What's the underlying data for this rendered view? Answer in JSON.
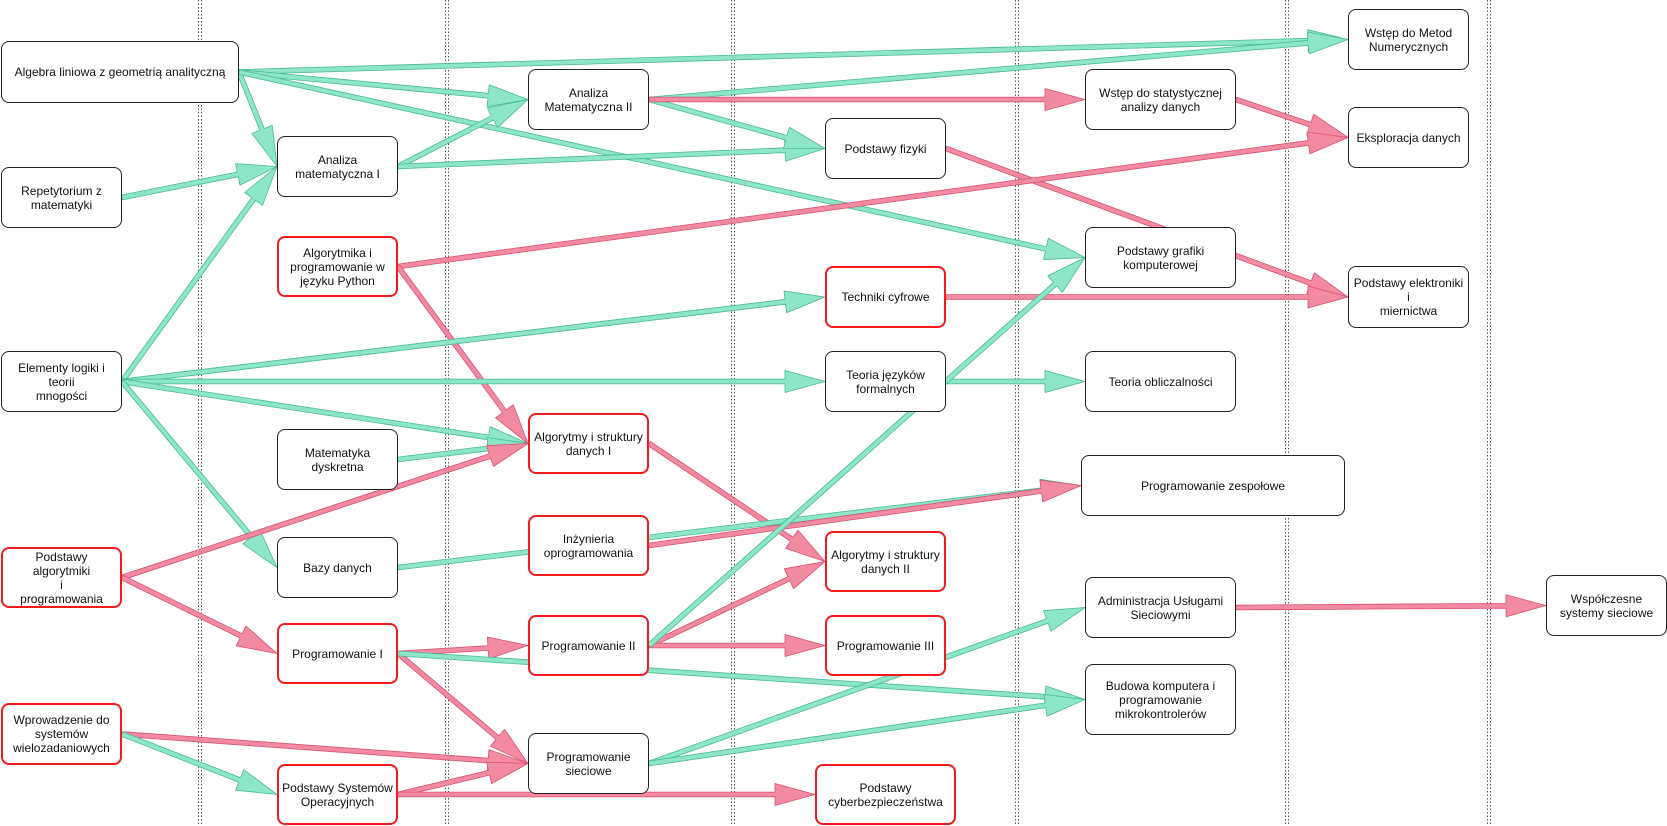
{
  "colors": {
    "green": "#8de6c8",
    "green_stroke": "#49b997",
    "red": "#f28ba1",
    "red_stroke": "#d9506f",
    "red_border": "#f21a1a"
  },
  "nodes": [
    {
      "id": "alg_lin",
      "label": "Algebra liniowa z geometrią analityczną",
      "red": false
    },
    {
      "id": "repet",
      "label": "Repetytorium z\nmatematyki",
      "red": false
    },
    {
      "id": "el_logiki",
      "label": "Elementy logiki i teorii\nmnogości",
      "red": false
    },
    {
      "id": "pods_alg",
      "label": "Podstawy algorytmiki\ni\nprogramowania",
      "red": true
    },
    {
      "id": "wprow",
      "label": "Wprowadzenie do\nsystemów\nwielozadaniowych",
      "red": true
    },
    {
      "id": "am1",
      "label": "Analiza\nmatematyczna I",
      "red": false
    },
    {
      "id": "alg_py",
      "label": "Algorytmika i\nprogramowanie w\njęzyku Python",
      "red": true
    },
    {
      "id": "mat_dysk",
      "label": "Matematyka\ndyskretna",
      "red": false
    },
    {
      "id": "bazy",
      "label": "Bazy danych",
      "red": false
    },
    {
      "id": "prog1",
      "label": "Programowanie I",
      "red": true
    },
    {
      "id": "pso",
      "label": "Podstawy Systemów\nOperacyjnych",
      "red": true
    },
    {
      "id": "am2",
      "label": "Analiza\nMatematyczna II",
      "red": false
    },
    {
      "id": "aisd1",
      "label": "Algorytmy i struktury\ndanych I",
      "red": true
    },
    {
      "id": "inz",
      "label": "Inżynieria\noprogramowania",
      "red": true
    },
    {
      "id": "prog2",
      "label": "Programowanie II",
      "red": true
    },
    {
      "id": "prog_siec",
      "label": "Programowanie\nsieciowe",
      "red": false
    },
    {
      "id": "fizyka",
      "label": "Podstawy fizyki",
      "red": false
    },
    {
      "id": "techniki",
      "label": "Techniki cyfrowe",
      "red": true
    },
    {
      "id": "teoria_jez",
      "label": "Teoria języków\nformalnych",
      "red": false
    },
    {
      "id": "aisd2",
      "label": "Algorytmy i struktury\ndanych II",
      "red": true
    },
    {
      "id": "prog3",
      "label": "Programowanie III",
      "red": true
    },
    {
      "id": "cyber",
      "label": "Podstawy\ncyberbezpieczeństwa",
      "red": true
    },
    {
      "id": "stat",
      "label": "Wstęp do statystycznej\nanalizy danych",
      "red": false
    },
    {
      "id": "grafika",
      "label": "Podstawy grafiki\nkomputerowej",
      "red": false
    },
    {
      "id": "teoria_obl",
      "label": "Teoria obliczalności",
      "red": false
    },
    {
      "id": "prog_zesp",
      "label": "Programowanie zespołowe",
      "red": false
    },
    {
      "id": "admin",
      "label": "Administracja Usługami\nSieciowymi",
      "red": false
    },
    {
      "id": "budowa",
      "label": "Budowa komputera i\nprogramowanie\nmikrokontrolerów",
      "red": false
    },
    {
      "id": "metody_num",
      "label": "Wstęp do Metod\nNumerycznych",
      "red": false
    },
    {
      "id": "eksploracja",
      "label": "Eksploracja danych",
      "red": false
    },
    {
      "id": "elektronika",
      "label": "Podstawy elektroniki i\nmiernictwa",
      "red": false
    },
    {
      "id": "wspolczesne",
      "label": "Współczesne\nsystemy sieciowe",
      "red": false
    }
  ],
  "edges": [
    {
      "from": "alg_lin",
      "to": "metody_num",
      "color": "green"
    },
    {
      "from": "alg_lin",
      "to": "am1",
      "color": "green"
    },
    {
      "from": "alg_lin",
      "to": "am2",
      "color": "green"
    },
    {
      "from": "alg_lin",
      "to": "grafika",
      "color": "green"
    },
    {
      "from": "repet",
      "to": "am1",
      "color": "green"
    },
    {
      "from": "am1",
      "to": "am2",
      "color": "green"
    },
    {
      "from": "am1",
      "to": "fizyka",
      "color": "green"
    },
    {
      "from": "am2",
      "to": "metody_num",
      "color": "green"
    },
    {
      "from": "am2",
      "to": "fizyka",
      "color": "green"
    },
    {
      "from": "am2",
      "to": "stat",
      "color": "red"
    },
    {
      "from": "stat",
      "to": "eksploracja",
      "color": "red"
    },
    {
      "from": "fizyka",
      "to": "elektronika",
      "color": "red"
    },
    {
      "from": "alg_py",
      "to": "eksploracja",
      "color": "red"
    },
    {
      "from": "alg_py",
      "to": "aisd1",
      "color": "red"
    },
    {
      "from": "el_logiki",
      "to": "am1",
      "color": "green"
    },
    {
      "from": "el_logiki",
      "to": "techniki",
      "color": "green"
    },
    {
      "from": "el_logiki",
      "to": "teoria_jez",
      "color": "green"
    },
    {
      "from": "el_logiki",
      "to": "aisd1",
      "color": "green"
    },
    {
      "from": "el_logiki",
      "to": "bazy",
      "color": "green"
    },
    {
      "from": "techniki",
      "to": "elektronika",
      "color": "red"
    },
    {
      "from": "teoria_jez",
      "to": "teoria_obl",
      "color": "green"
    },
    {
      "from": "mat_dysk",
      "to": "aisd1",
      "color": "green"
    },
    {
      "from": "pods_alg",
      "to": "aisd1",
      "color": "red"
    },
    {
      "from": "pods_alg",
      "to": "prog1",
      "color": "red"
    },
    {
      "from": "aisd1",
      "to": "aisd2",
      "color": "red"
    },
    {
      "from": "bazy",
      "to": "prog_zesp",
      "color": "green"
    },
    {
      "from": "inz",
      "to": "prog_zesp",
      "color": "red"
    },
    {
      "from": "prog1",
      "to": "prog2",
      "color": "red"
    },
    {
      "from": "prog1",
      "to": "prog_siec",
      "color": "red"
    },
    {
      "from": "prog1",
      "to": "budowa",
      "color": "green"
    },
    {
      "from": "prog2",
      "to": "aisd2",
      "color": "red"
    },
    {
      "from": "prog2",
      "to": "prog3",
      "color": "red"
    },
    {
      "from": "prog2",
      "to": "grafika",
      "color": "green"
    },
    {
      "from": "wprow",
      "to": "prog_siec",
      "color": "red"
    },
    {
      "from": "wprow",
      "to": "pso",
      "color": "green"
    },
    {
      "from": "pso",
      "to": "prog_siec",
      "color": "red"
    },
    {
      "from": "pso",
      "to": "cyber",
      "color": "red"
    },
    {
      "from": "prog_siec",
      "to": "admin",
      "color": "green"
    },
    {
      "from": "prog_siec",
      "to": "budowa",
      "color": "green"
    },
    {
      "from": "admin",
      "to": "wspolczesne",
      "color": "red"
    }
  ]
}
